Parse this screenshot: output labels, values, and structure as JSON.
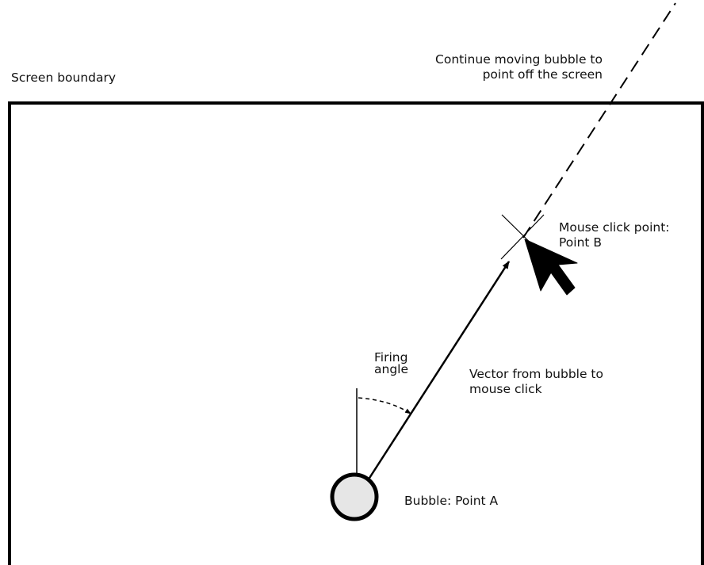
{
  "labels": {
    "screen_boundary": "Screen boundary",
    "continue_line1": "Continue moving bubble to",
    "continue_line2": "point off the screen",
    "click_point_line1": "Mouse click point:",
    "click_point_line2": "Point B",
    "firing_angle_line1": "Firing",
    "firing_angle_line2": "angle",
    "vector_line1": "Vector from bubble to",
    "vector_line2": "mouse click",
    "bubble": "Bubble: Point A"
  },
  "icons": {
    "cursor": "mouse-pointer-arrow-icon",
    "click_marker": "x-cross-marker-icon"
  },
  "colors": {
    "stroke": "#000000",
    "bubble_fill": "#e6e6e6",
    "background": "#ffffff"
  }
}
